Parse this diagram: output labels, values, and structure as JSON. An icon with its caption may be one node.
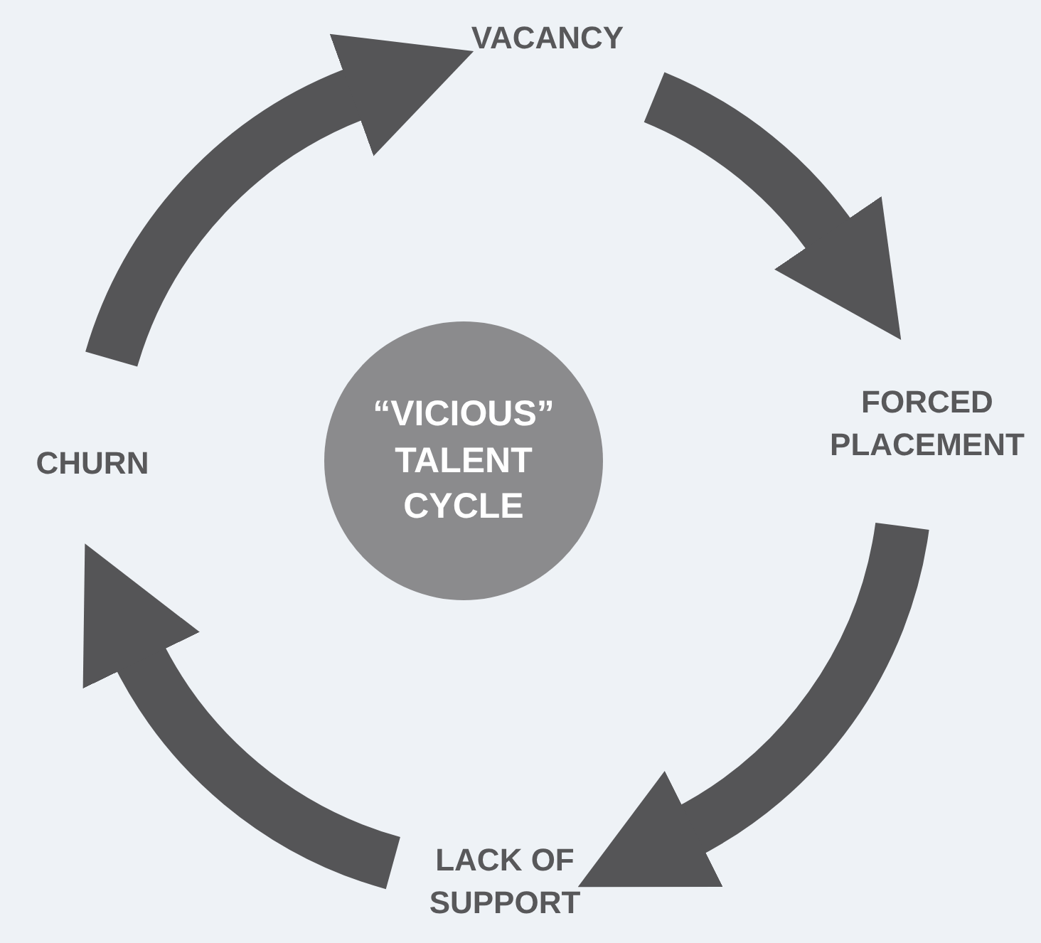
{
  "diagram": {
    "nodes": [
      {
        "text": [
          "“VICIOUS” TALENT CYCLE"
        ]
      },
      {
        "text": [
          "VACANCY"
        ]
      },
      {
        "text": [
          "FORCED PLACEMENT"
        ]
      },
      {
        "text": [
          "LACK OF SUPPORT"
        ]
      },
      {
        "text": [
          "CHURN"
        ]
      }
    ],
    "edges": [
      {
        "from": 1,
        "to": 2,
        "arrow": "to"
      },
      {
        "from": 2,
        "to": 3,
        "arrow": "to"
      },
      {
        "from": 3,
        "to": 4,
        "arrow": "to"
      },
      {
        "from": 4,
        "to": 1,
        "arrow": "to"
      }
    ]
  }
}
